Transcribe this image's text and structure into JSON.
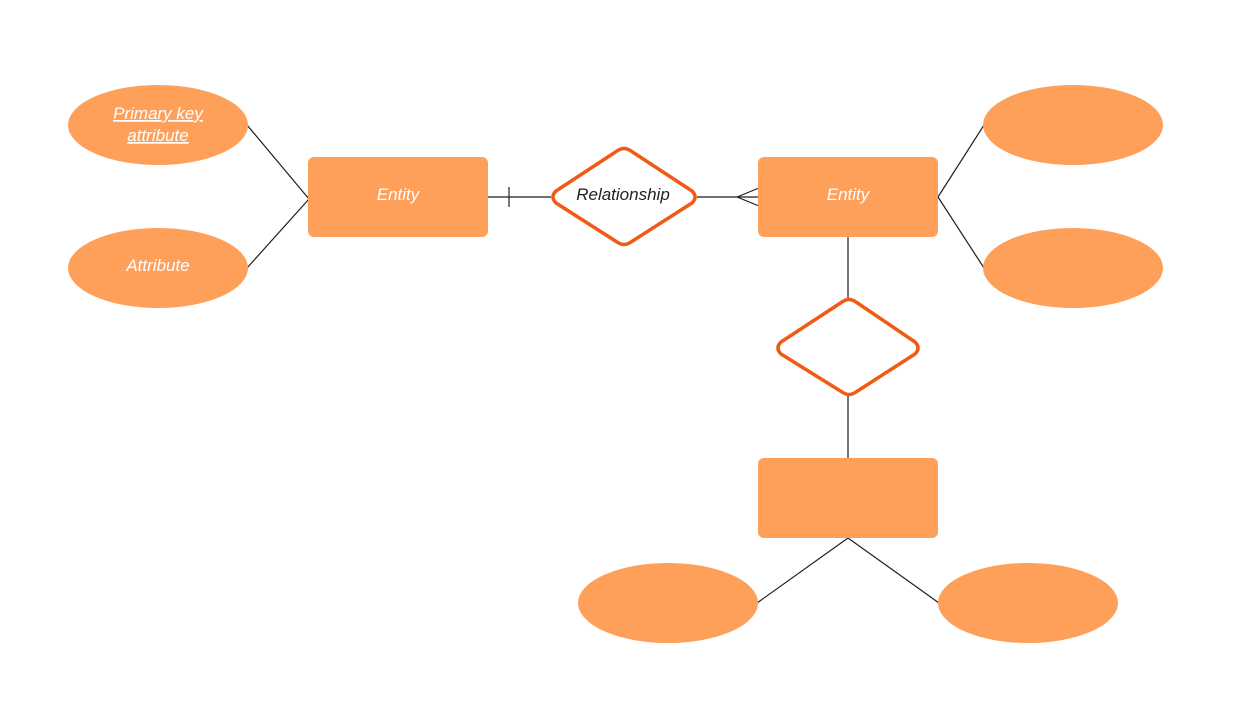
{
  "colors": {
    "shape_fill": "#FE9F5A",
    "diamond_stroke": "#F05A14",
    "line": "#1F1F1F",
    "label_light": "#FFFFFF",
    "label_dark": "#222222"
  },
  "attributes": {
    "primary_key_line1": "Primary key",
    "primary_key_line2": "attribute",
    "attribute": "Attribute"
  },
  "entities": {
    "left": "Entity",
    "right": "Entity"
  },
  "relationships": {
    "main": "Relationship"
  },
  "notation": {
    "left_end": "one",
    "right_end": "many"
  }
}
